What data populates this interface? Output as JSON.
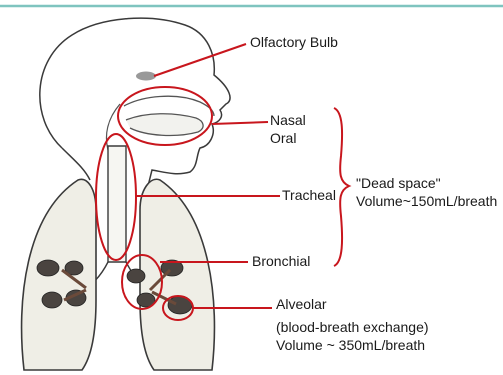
{
  "colors": {
    "top_rule": "#7fc4bf",
    "outline": "#3a3a3a",
    "lung_fill": "#efeee6",
    "highlight": "#c8161d",
    "text": "#1a1a1a"
  },
  "labels": {
    "olfactory_bulb": "Olfactory Bulb",
    "nasal": "Nasal",
    "oral": "Oral",
    "tracheal": "Tracheal",
    "bronchial": "Bronchial",
    "dead_space_title": "\"Dead space\"",
    "dead_space_volume": "Volume~150mL/breath",
    "alveolar": "Alveolar",
    "alveolar_exchange": "(blood-breath exchange)",
    "alveolar_volume": "Volume ~ 350mL/breath"
  }
}
